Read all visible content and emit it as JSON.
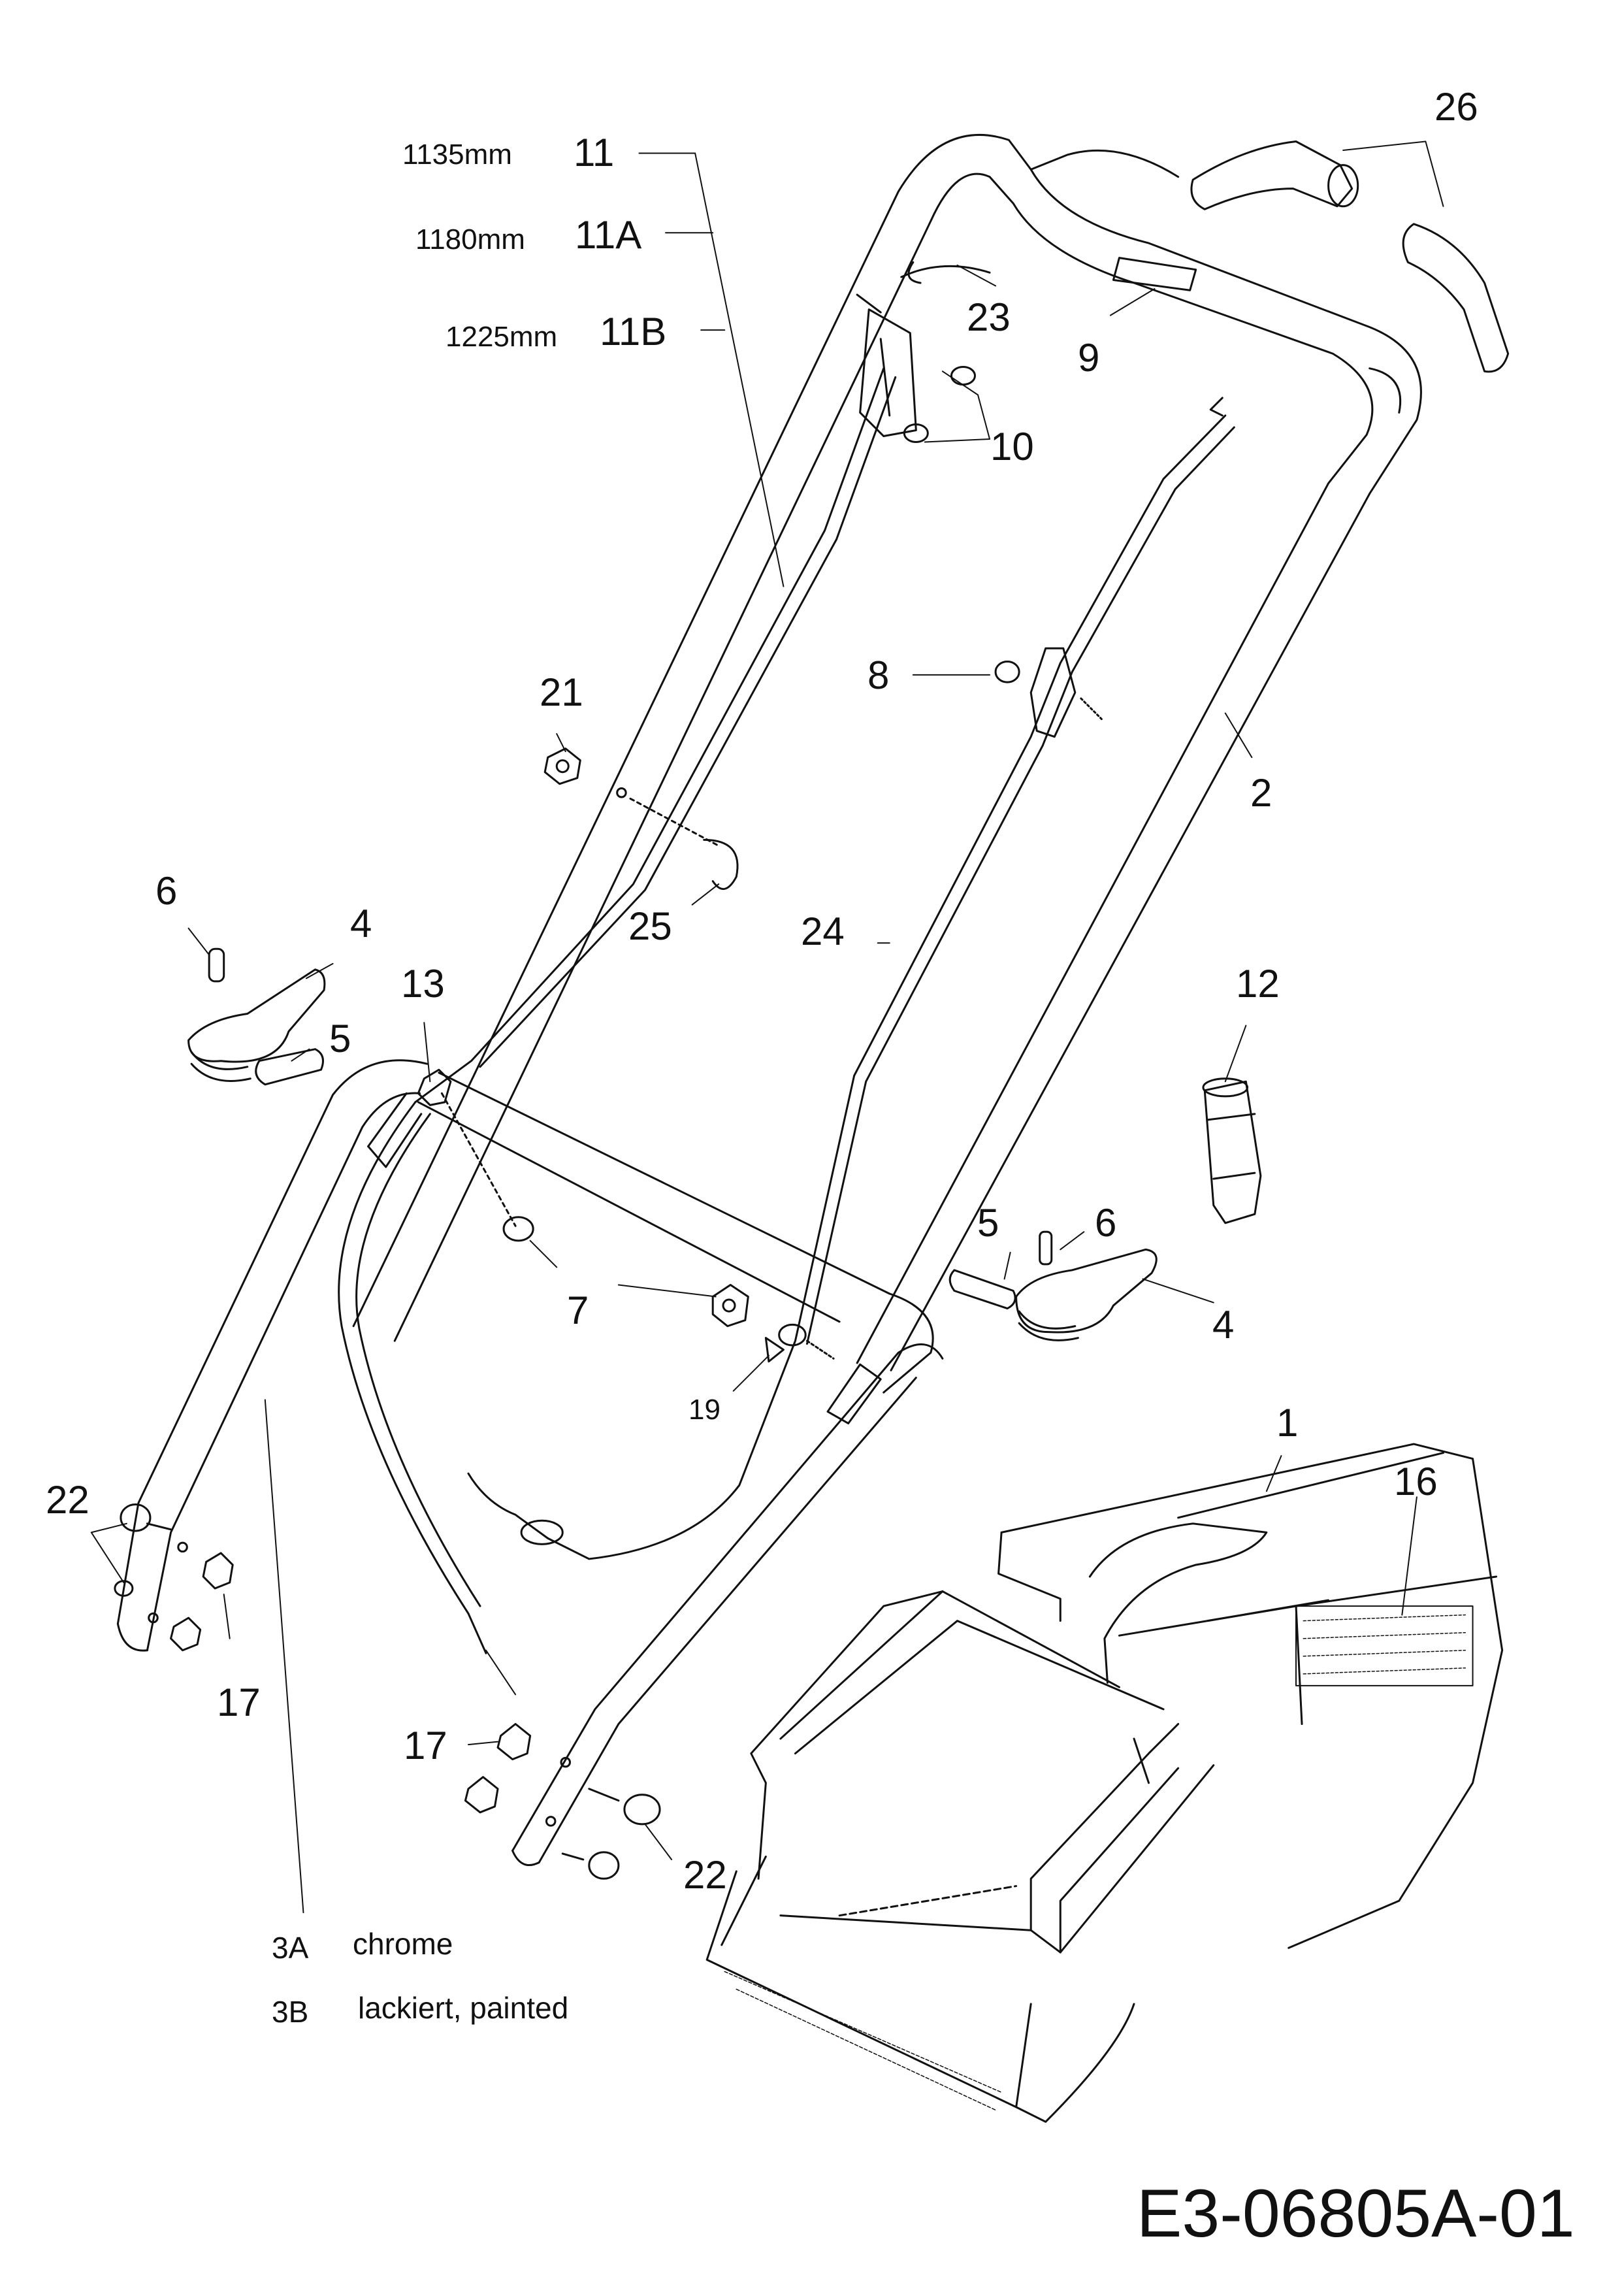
{
  "drawing_id": "E3-06805A-01",
  "variants": [
    {
      "length": "1135mm",
      "part": "11"
    },
    {
      "length": "1180mm",
      "part": "11A"
    },
    {
      "length": "1225mm",
      "part": "11B"
    }
  ],
  "notes": [
    {
      "part": "3A",
      "text": "chrome"
    },
    {
      "part": "3B",
      "text": "lackiert, painted"
    }
  ],
  "callouts": {
    "p26": "26",
    "p23": "23",
    "p9": "9",
    "p10": "10",
    "p8": "8",
    "p2": "2",
    "p21": "21",
    "p25": "25",
    "p24": "24",
    "p6a": "6",
    "p4a": "4",
    "p5a": "5",
    "p13": "13",
    "p12": "12",
    "p5b": "5",
    "p6b": "6",
    "p7": "7",
    "p4b": "4",
    "p19": "19",
    "p1": "1",
    "p16": "16",
    "p22a": "22",
    "p17a": "17",
    "p17b": "17",
    "p22b": "22"
  }
}
